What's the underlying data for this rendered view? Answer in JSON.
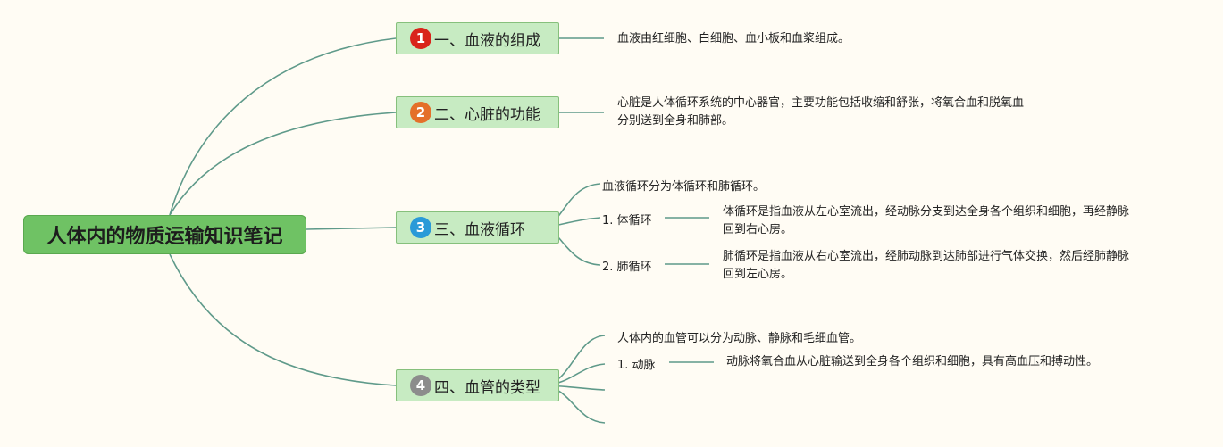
{
  "colors": {
    "line": "#5f9a8a",
    "root_fill": "#6fc264",
    "branch_fill": "#c7ebc2",
    "badge_1": "#d9241b",
    "badge_2": "#e4702a",
    "badge_3": "#2a9ad8",
    "badge_4": "#8c8c8c"
  },
  "root": {
    "title": "人体内的物质运输知识笔记"
  },
  "branches": [
    {
      "number": "1",
      "label": "一、血液的组成"
    },
    {
      "number": "2",
      "label": "二、心脏的功能"
    },
    {
      "number": "3",
      "label": "三、血液循环"
    },
    {
      "number": "4",
      "label": "四、血管的类型"
    }
  ],
  "b1": {
    "note": "血液由红细胞、白细胞、血小板和血浆组成。"
  },
  "b2": {
    "note_line1": "心脏是人体循环系统的中心器官，主要功能包括收缩和舒张，将氧合血和脱氧血",
    "note_line2": "分别送到全身和肺部。"
  },
  "b3": {
    "intro": "血液循环分为体循环和肺循环。",
    "sub1": "1. 体循环",
    "sub1_line1": "体循环是指血液从左心室流出，经动脉分支到达全身各个组织和细胞，再经静脉",
    "sub1_line2": "回到右心房。",
    "sub2": "2. 肺循环",
    "sub2_line1": "肺循环是指血液从右心室流出，经肺动脉到达肺部进行气体交换，然后经肺静脉",
    "sub2_line2": "回到左心房。"
  },
  "b4": {
    "intro": "人体内的血管可以分为动脉、静脉和毛细血管。",
    "sub1": "1. 动脉",
    "sub1_note": "动脉将氧合血从心脏输送到全身各个组织和细胞，具有高血压和搏动性。"
  }
}
